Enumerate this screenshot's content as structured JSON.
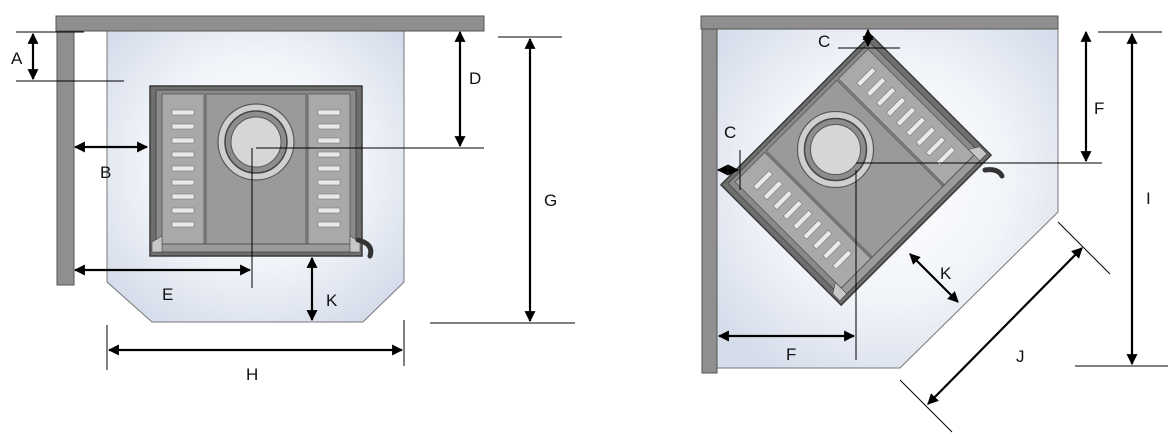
{
  "diagrams": {
    "left": {
      "labels": {
        "a": "A",
        "b": "B",
        "d": "D",
        "e": "E",
        "g": "G",
        "h": "H",
        "k": "K"
      }
    },
    "right": {
      "labels": {
        "c_top": "C",
        "c_side": "C",
        "f_side": "F",
        "f_bottom": "F",
        "i": "I",
        "j": "J",
        "k": "K"
      }
    }
  },
  "colors": {
    "wall": "#8f8f8f",
    "hearth_fill": "#dfe6f1",
    "stove_body": "#6f6f6f",
    "stove_panel": "#c9c9c9"
  }
}
